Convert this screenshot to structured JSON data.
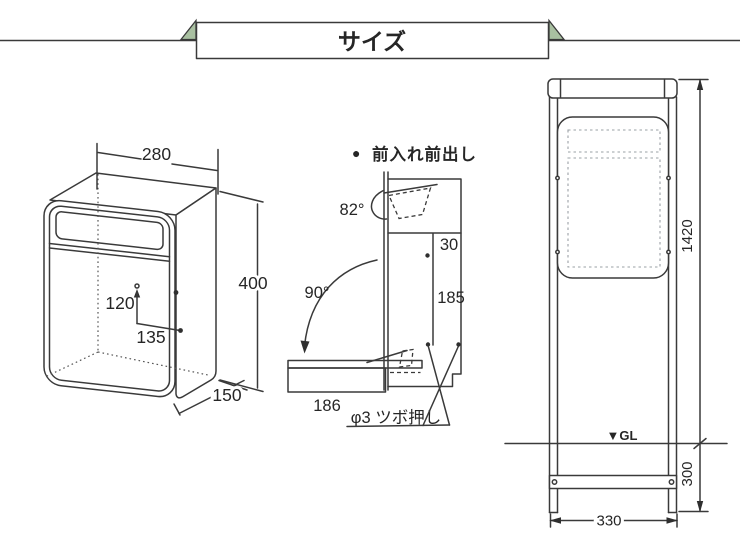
{
  "header": {
    "title": "サイズ"
  },
  "colors": {
    "line": "#3a3a3a",
    "ribbon_green": "#a9c0a1",
    "dashed_gray": "#9aa0a5"
  },
  "isometric_view": {
    "width_mm": "280",
    "height_mm": "400",
    "depth_mm": "150",
    "latch_height_mm": "120",
    "latch_offset_mm": "135"
  },
  "section_view": {
    "bullet": "●",
    "title": "前入れ前出し",
    "top_flap_angle": "82°",
    "front_door_angle": "90°",
    "dim_top_mm": "30",
    "dim_mid_mm": "185",
    "tray_length_mm": "186",
    "push_point_note": "φ3 ツボ押し"
  },
  "front_view": {
    "above_ground_mm": "1420",
    "below_ground_mm": "300",
    "stand_width_mm": "330",
    "ground_line_label": "▼GL"
  }
}
